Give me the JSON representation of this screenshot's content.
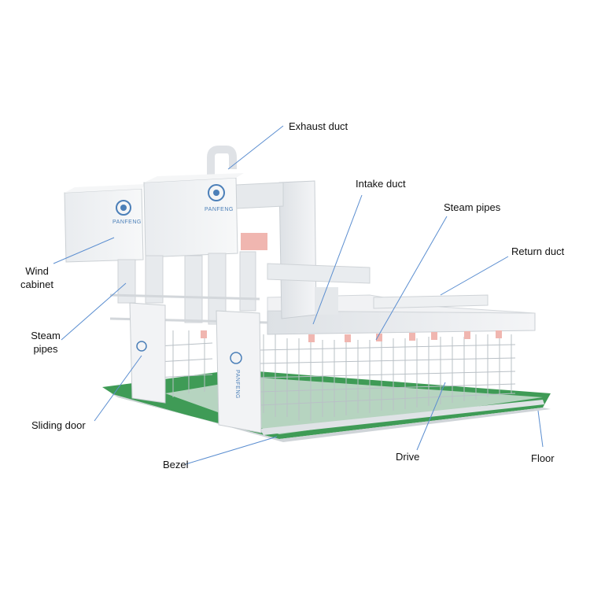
{
  "labels": {
    "exhaust_duct": "Exhaust duct",
    "intake_duct": "Intake duct",
    "steam_pipes_right": "Steam pipes",
    "return_duct": "Return duct",
    "wind_cabinet_line1": "Wind",
    "wind_cabinet_line2": "cabinet",
    "steam_pipes_left_line1": "Steam",
    "steam_pipes_left_line2": "pipes",
    "sliding_door": "Sliding door",
    "bezel": "Bezel",
    "drive": "Drive",
    "floor": "Floor"
  },
  "brand": {
    "logo_text": "PANFENG"
  },
  "colors": {
    "leader_line": "#5b8ed0",
    "structure": "#eceff1",
    "floor_green": "#3f9b56",
    "duct_pink": "#f0b6b0",
    "logo_blue": "#4b7fb8"
  }
}
